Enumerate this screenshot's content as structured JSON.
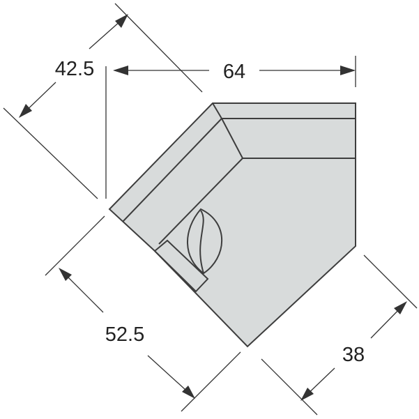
{
  "dimensions": {
    "top_width": "64",
    "top_left_depth": "42.5",
    "bottom_left_length": "52.5",
    "bottom_right_depth": "38"
  },
  "colors": {
    "sofa_fill": "#d8dbdb",
    "outline": "#3d3d3d",
    "dimension_lines": "#333333",
    "background": "#ffffff"
  }
}
